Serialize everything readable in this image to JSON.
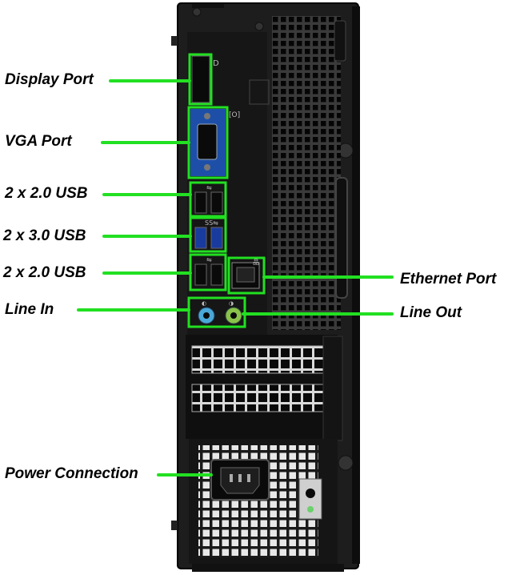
{
  "accent_color": "#22e022",
  "labels": {
    "display_port": "Display Port",
    "vga_port": "VGA Port",
    "usb2_top": "2 x 2.0 USB",
    "usb3": "2 x 3.0 USB",
    "usb2_bottom": "2 x 2.0 USB",
    "line_in": "Line In",
    "ethernet_port": "Ethernet Port",
    "line_out": "Line Out",
    "power_connection": "Power Connection"
  },
  "icons": [
    "displayport-icon",
    "vga-icon",
    "usb-icon",
    "ss-usb-icon",
    "network-icon",
    "headphone-icon"
  ]
}
